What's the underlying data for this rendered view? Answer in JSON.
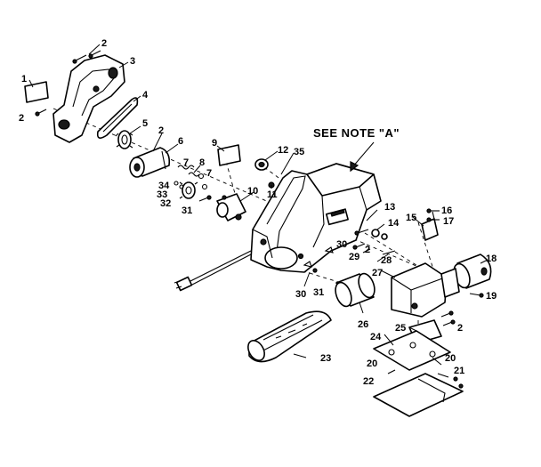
{
  "note": "SEE NOTE \"A\"",
  "labels": [
    "1",
    "2",
    "2",
    "3",
    "4",
    "5",
    "2",
    "6",
    "7",
    "8",
    "7",
    "9",
    "10",
    "11",
    "12",
    "35",
    "34",
    "33",
    "32",
    "31",
    "13",
    "14",
    "15",
    "16",
    "17",
    "18",
    "19",
    "2",
    "29",
    "28",
    "27",
    "30",
    "30",
    "31",
    "26",
    "2",
    "25",
    "24",
    "23",
    "20",
    "20",
    "21",
    "22"
  ]
}
